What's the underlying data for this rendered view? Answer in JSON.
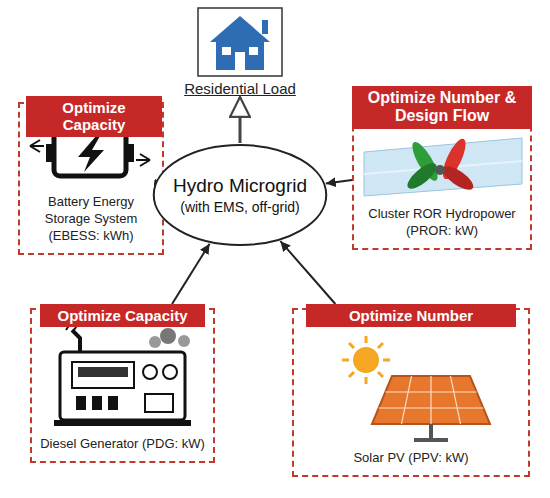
{
  "diagram": {
    "nodes": [
      {
        "text": [
          "Residential Load"
        ]
      },
      {
        "text": [
          "Optimize Capacity",
          "Battery Energy Storage System (EBESS: kWh)"
        ]
      },
      {
        "text": [
          "Optimize Number & Design Flow",
          "Cluster ROR Hydropower (PROR: kW)"
        ]
      },
      {
        "text": [
          "Hydro Microgrid",
          "(with EMS, off-grid)"
        ]
      },
      {
        "text": [
          "Optimize Capacity",
          "Diesel Generator (PDG: kW)"
        ]
      },
      {
        "text": [
          "Optimize Number",
          "Solar PV (PPV: kW)"
        ]
      }
    ],
    "edges": [
      {
        "from": 3,
        "to": 0,
        "arrow": "to"
      },
      {
        "from": 1,
        "to": 3,
        "arrow": "both"
      },
      {
        "from": 2,
        "to": 3,
        "arrow": "to"
      },
      {
        "from": 4,
        "to": 3,
        "arrow": "to"
      },
      {
        "from": 5,
        "to": 3,
        "arrow": "to"
      }
    ]
  }
}
